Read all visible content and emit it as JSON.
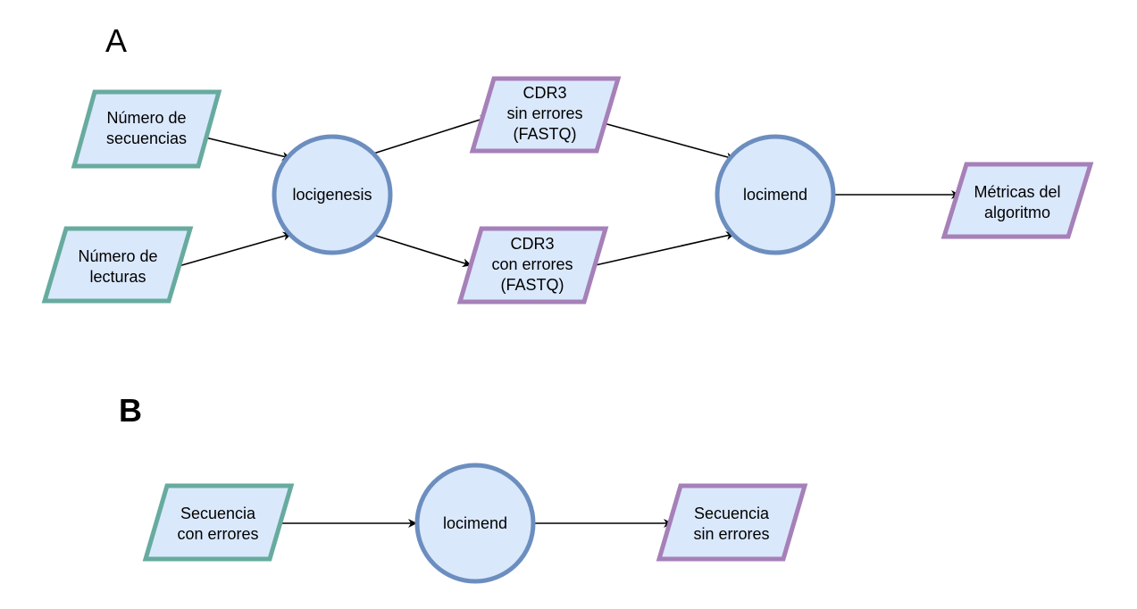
{
  "panels": {
    "a": {
      "label": "A"
    },
    "b": {
      "label": "B"
    }
  },
  "colors": {
    "fill": "#dae8fc",
    "input_border": "#67ab9f",
    "output_border": "#a680b8",
    "process_border": "#6c8ebf",
    "edge": "#000000"
  },
  "nodes": {
    "num_secuencias": {
      "lines": [
        "Número de",
        "secuencias"
      ],
      "kind": "input"
    },
    "num_lecturas": {
      "lines": [
        "Número de",
        "lecturas"
      ],
      "kind": "input"
    },
    "locigenesis": {
      "lines": [
        "locigenesis"
      ],
      "kind": "process"
    },
    "cdr3_sin": {
      "lines": [
        "CDR3",
        "sin errores",
        "(FASTQ)"
      ],
      "kind": "output"
    },
    "cdr3_con": {
      "lines": [
        "CDR3",
        "con errores",
        "(FASTQ)"
      ],
      "kind": "output"
    },
    "locimend_a": {
      "lines": [
        "locimend"
      ],
      "kind": "process"
    },
    "metricas": {
      "lines": [
        "Métricas del",
        "algoritmo"
      ],
      "kind": "output"
    },
    "secuencia_con": {
      "lines": [
        "Secuencia",
        "con errores"
      ],
      "kind": "input"
    },
    "locimend_b": {
      "lines": [
        "locimend"
      ],
      "kind": "process"
    },
    "secuencia_sin": {
      "lines": [
        "Secuencia",
        "sin errores"
      ],
      "kind": "output"
    }
  },
  "edges": [
    {
      "from": "num_secuencias",
      "to": "locigenesis"
    },
    {
      "from": "num_lecturas",
      "to": "locigenesis"
    },
    {
      "from": "locigenesis",
      "to": "cdr3_sin"
    },
    {
      "from": "locigenesis",
      "to": "cdr3_con"
    },
    {
      "from": "cdr3_sin",
      "to": "locimend_a"
    },
    {
      "from": "cdr3_con",
      "to": "locimend_a"
    },
    {
      "from": "locimend_a",
      "to": "metricas"
    },
    {
      "from": "secuencia_con",
      "to": "locimend_b"
    },
    {
      "from": "locimend_b",
      "to": "secuencia_sin"
    }
  ]
}
